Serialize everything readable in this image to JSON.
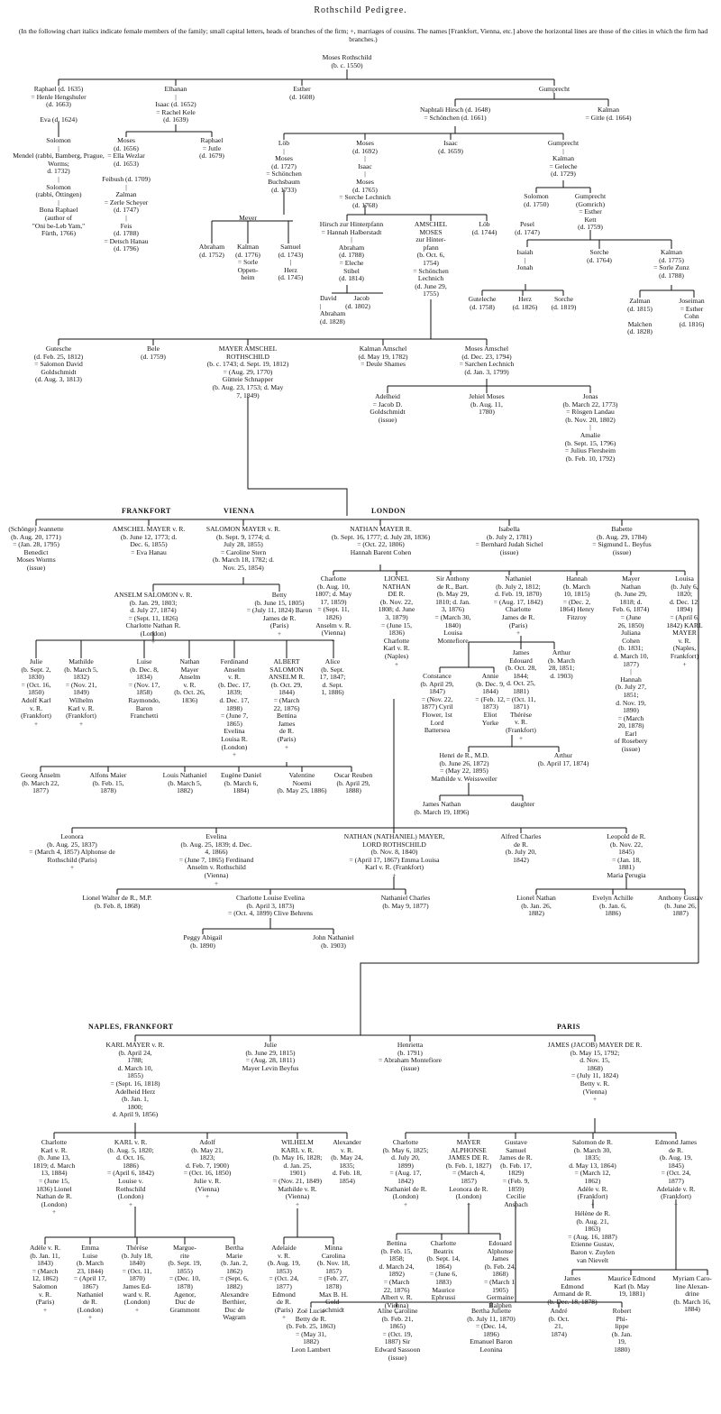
{
  "title": "Rothschild Pedigree.",
  "intro": "(In the following chart italics indicate female members of the family; small capital letters, heads of branches of the firm; +, marriages of cousins. The names [Frankfort, Vienna, etc.] above the horizontal lines are those of the cities in which the firm had branches.)",
  "sections": {
    "frankfort": "FRANKFORT",
    "vienna": "VIENNA",
    "london": "LONDON",
    "naples_frankfort": "NAPLES, FRANKFORT",
    "paris": "PARIS"
  },
  "gen1": {
    "moses": "Moses Rothschild\n(b. c. 1550)",
    "raphael": "Raphael (d. 1635)\n= Henle Hengshuler\n(d. 1663)\n\nEva (d. 1624)",
    "elhanan": "Elhanan\n|\nIsaac (d. 1652)\n= Rachel Kele\n(d. 1639)",
    "esther": "Esther\n(d. 1608)",
    "gumprecht": "Gumprecht"
  },
  "gen2": {
    "solomon_col": "Solomon\n|\nMendel (rabbi, Bamberg, Prague, Worms;\nd. 1732)\n|\nSolomon\n(rabbi, Öttingen)\n|\nBona Raphael\n(author of\n\"Oni be-Leb Yam,\"\nFürth, 1766)",
    "moses1656": "Moses\n(d. 1656)\n= Ella Wezlar\n(d. 1653)\n\nFeibush (d. 1709)\n|\nZalman\n= Zerle Scheyer\n(d. 1747)\n|\nFeis\n(d. 1788)\n= Detsch Hanau\n(d. 1796)",
    "raphael1679": "Raphael\n= Jutle\n(d. 1679)",
    "naphtali": "Naphtali Hirsch (d. 1648)\n= Schönchen (d. 1661)",
    "kalman1664": "Kalman\n= Gitle (d. 1664)",
    "lob": "Löb\n|\nMoses\n(d. 1727)\n= Schönchen\nBuchsbaum\n(d. 1733)",
    "moses1692": "Moses\n(d. 1692)\n|\nIsaac\n|\nMoses\n(d. 1765)\n= Sorche Lechnich\n(d. 1768)",
    "isaac1659": "Isaac\n(d. 1659)",
    "gumprecht2": "Gumprecht\n|\nKalman\n= Geleche\n(d. 1729)",
    "solomon1750": "Solomon\n(d. 1750)",
    "gumprecht_gomrich": "Gumprecht\n(Gomrich)\n= Esther\nKett\n(d. 1759)",
    "meyer": "Meyer",
    "abraham1752": "Abraham\n(d. 1752)",
    "kalman1776": "Kalman\n(d. 1776)\n= Sorle\nOppen-\nheim",
    "samuel1743": "Samuel\n(d. 1743)\n|\nHerz\n(d. 1745)",
    "hirsch": "Hirsch zur Hinterpfann\n= Hannah Halberstadt\n|\nAbraham\n(d. 1788)\n= Eleche\nStibel\n(d. 1814)",
    "david_jacob": "David          Jacob\n|              (d. 1802)\nAbraham\n(d. 1828)",
    "amschel": "AMSCHEL\nMOSES\nzur Hinter-\npfann\n(b. Oct. 6,\n1754)\n= Schönchen\nLechnich\n(d. June 29,\n1755)",
    "lob1744": "Löb\n(d. 1744)",
    "pesel": "Pesel\n(d. 1747)",
    "isaiah": "Isaiah\n|\nJonah",
    "sorche1764": "Sorche\n(d. 1764)",
    "kalman1775": "Kalman\n(d. 1775)\n= Sorle Zunz\n(d. 1788)",
    "guteleche": "Guteleche\n(d. 1758)",
    "herz1826": "Herz\n(d. 1826)",
    "sorche1819": "Sorche\n(d. 1819)",
    "zalman": "Zalman\n(d. 1815)\n\nMalchen\n(d. 1828)",
    "joseiman": "Joseiman\n= Esther\nCohn\n(d. 1816)"
  },
  "gen3": {
    "gutesche": "Gutesche\n(d. Feb. 25, 1812)\n= Salomon David\nGoldschmidt\n(d. Aug. 3, 1813)",
    "bele": "Bele\n(d. 1759)",
    "mayer_amschel": "MAYER AMSCHEL\nROTHSCHILD\n(b. c. 1743; d. Sept. 19, 1812)\n= (Aug. 29, 1770)\nGütteie Schnapper\n(b. Aug. 23, 1753; d. May\n7, 1849)",
    "kalman_amschel": "Kalman Amschel\n(d. May 19, 1782)\n= Deule Shames",
    "moses_amschel": "Moses Amschel\n(d. Dec. 23, 1794)\n= Sarchen Lechnich\n(d. Jan. 3, 1799)",
    "adelheid": "Adelheid\n= Jacob D.\nGoldschmidt\n(issue)",
    "jehiel": "Jehiel Moses\n(b. Aug. 11,\n1780)",
    "jonas": "Jonas\n(b. March 22, 1773)\n= Rösgen Landau\n(b. Nov. 20, 1802)\n|\nAmalie\n(b. Sept. 15, 1796)\n= Julius Flersheim\n(b. Feb. 10, 1792)"
  },
  "gen4": {
    "jeannette": "(Schönge) Jeannette\n(b. Aug. 20, 1771)\n= (Jan. 28, 1795)\nBenedict\nMoses Worms\n(issue)",
    "amschel_mayer": "AMSCHEL MAYER v. R.\n(b. June 12, 1773; d.\nDec. 6, 1855)\n= Eva Hanau",
    "salomon_mayer": "SALOMON MAYER v. R.\n(b. Sept. 9, 1774; d.\nJuly 28, 1855)\n= Caroline Stern\n(b. March 18, 1782; d.\nNov. 25, 1854)",
    "nathan_mayer": "NATHAN MAYER R.\n(b. Sept. 16, 1777; d. July 28, 1836)\n= (Oct. 22, 1806)\nHannah Barent Cohen",
    "isabella": "Isabella\n(b. July 2, 1781)\n= Bernhard Judah Sichel\n(issue)",
    "babette": "Babette\n(b. Aug. 29, 1784)\n= Sigmund L. Beyfus\n(issue)"
  },
  "vienna": {
    "anselm": "ANSELM SALOMON v. R.\n(b. Jan. 29, 1803;\nd. July 27, 1874)\n= (Sept. 11, 1826)\nCharlotte Nathan R.\n(London)\n+",
    "betty": "Betty\n(b. June 15, 1805)\n= (July 11, 1824) Baron\nJames de R.\n(Paris)\n+",
    "julie": "Julie\n(b. Sept. 2,\n1830)\n= (Oct. 16,\n1850)\nAdolf Karl\nv. R.\n(Frankfort)\n+",
    "mathilde": "Mathilde\n(b. March 5,\n1832)\n= (Nov. 21,\n1849)\nWilhelm\nKarl v. R.\n(Frankfort)\n+",
    "luise": "Luise\n(b. Dec. 8,\n1834)\n= (Nov. 17,\n1858)\nRaymondo,\nBaron\nFranchetti",
    "nathan_mayer_anselm": "Nathan\nMayer\nAnselm\nv. R.\n(b. Oct. 26,\n1836)",
    "ferdinand": "Ferdinand\nAnselm\nv. R.\n(b. Dec. 17,\n1839;\nd. Dec. 17,\n1898)\n= (June 7,\n1865)\nEvelina\nLouisa R.\n(London)\n+",
    "albert": "ALBERT\nSALOMON\nANSELM R.\n(b. Oct. 29,\n1844)\n= (March\n22, 1876)\nBettina\nJames\nde R.\n(Paris)\n+",
    "alice": "Alice\n(b. Sept.\n17, 1847;\nd. Sept.\n1, 1886)",
    "georg": "Georg Anselm\n(b. March 22,\n1877)",
    "alfons": "Alfons Maier\n(b. Feb. 15,\n1878)",
    "louis": "Louis Nathaniel\n(b. March 5,\n1882)",
    "eugene": "Eugène Daniel\n(b. March 6,\n1884)",
    "valentine": "Valentine\nNoemi\n(b. May 25, 1886)",
    "oscar": "Oscar Reuben\n(b. April 29,\n1888)"
  },
  "london": {
    "charlotte": "Charlotte\n(b. Aug. 10,\n1807; d. May\n17, 1859)\n= (Sept. 11,\n1826)\nAnselm v. R.\n(Vienna)\n+",
    "lionel": "LIONEL\nNATHAN\nDE R.\n(b. Nov. 22,\n1808; d. June\n3, 1879)\n= (June 15,\n1836)\nCharlotte\nKarl v. R.\n(Naples)\n+",
    "anthony": "Sir Anthony\nde R., Bart.\n(b. May 29,\n1810; d. Jan.\n3, 1876)\n= (March 30,\n1840)\nLouisa\nMontefiore",
    "nathaniel": "Nathaniel\n(b. July 2, 1812;\nd. Feb. 19, 1870)\n= (Aug. 17, 1842)\nCharlotte\nJames de R.\n(Paris)\n+",
    "hannah": "Hannah\n(b. March\n10, 1815)\n= (Dec. 2,\n1864) Henry\nFitzroy",
    "mayer_nathan": "Mayer\nNathan\n(b. June 29,\n1818; d.\nFeb. 6, 1874)\n= (June\n26, 1850)\nJuliana\nCohen\n(b. 1831;\nd. March 10,\n1877)\n|\nHannah\n(b. July 27,\n1851;\nd. Nov. 19,\n1890)\n= (March\n20, 1878)\nEarl\nof Rosebery\n(issue)",
    "louisa": "Louisa\n(b. July 6,\n1820;\nd. Dec. 12,\n1894)\n= (April 6,\n1842) KARL\nMAYER\nv. R.\n(Naples,\nFrankfort)\n+",
    "james_edouard": "James\nEdouard\n(b. Oct. 28,\n1844;\nd. Oct. 25,\n1881)\n= (Oct. 11,\n1871)\nThérèse\nv. R.\n(Frankfort)\n+",
    "arthur1851": "Arthur\n(b. March\n28, 1851;\nd. 1903)",
    "constance": "Constance\n(b. April 29,\n1847)\n= (Nov. 22,\n1877) Cyril\nFlower, 1st\nLord\nBattersea",
    "annie": "Annie\n(b. Dec. 9,\n1844)\n= (Feb. 12,\n1873)\nEliot\nYorke",
    "henri": "Henri de R., M.D.\n(b. June 26, 1872)\n= (May 22, 1895)\nMathilde v. Weissweiler",
    "arthur1874": "Arthur\n(b. April 17, 1874)",
    "james_nathan": "James Nathan\n(b. March 19, 1896)",
    "daughter": "daughter",
    "leonora": "Leonora\n(b. Aug. 25, 1837)\n= (March 4, 1857) Alphonse de\nRothschild (Paris)\n+",
    "evelina": "Evelina\n(b. Aug. 25, 1839; d. Dec.\n4, 1866)\n= (June 7, 1865) Ferdinand\nAnselm v. Rothschild\n(Vienna)\n+",
    "nathan_lord": "NATHAN (NATHANIEL) MAYER,\nLORD ROTHSCHILD\n(b. Nov. 8, 1840)\n= (April 17, 1867) Emma Louisa\nKarl v. R. (Frankfort)\n+",
    "alfred": "Alfred Charles\nde R.\n(b. July 20,\n1842)",
    "leopold": "Leopold de R.\n(b. Nov. 22,\n1845)\n= (Jan. 18,\n1881)\nMaria Perugia",
    "lionel_walter": "Lionel Walter de R., M.P.\n(b. Feb. 8, 1868)",
    "charlotte_louise": "Charlotte Louise Evelina\n(b. April 3, 1873)\n= (Oct. 4, 1899) Clive Behrens",
    "nathaniel_charles": "Nathaniel Charles\n(b. May 9, 1877)",
    "lionel_nathan": "Lionel Nathan\n(b. Jan. 26,\n1882)",
    "evelyn": "Evelyn Achille\n(b. Jan. 6,\n1886)",
    "anthony_gustav": "Anthony Gustav\n(b. June 26,\n1887)",
    "peggy": "Peggy Abigail\n(b. 1890)",
    "john_nathaniel": "John Nathaniel\n(b. 1903)"
  },
  "naples": {
    "karl_mayer": "KARL MAYER v. R.\n(b. April 24,\n1788;\nd. March 10,\n1855)\n= (Sept. 16, 1818)\nAdelheid Herz\n(b. Jan. 1,\n1800;\nd. April 9, 1856)",
    "julie1790": "Julie\n(b. June 29, 1815)\n= (Aug. 28, 1811)\nMayer Levin Beyfus",
    "henrietta": "Henrietta\n(b. 1791)\n= Abraham Montefiore\n(issue)",
    "charlotte_karl": "Charlotte\nKarl v. R.\n(b. June 13,\n1819; d. March\n13, 1884)\n= (June 15,\n1836) Lionel\nNathan de R.\n(London)\n+",
    "karl_v_r": "KARL v. R.\n(b. Aug. 5, 1820;\nd. Oct. 16,\n1886)\n= (April 6, 1842)\nLouise v.\nRothschild\n(London)\n+",
    "adolf": "Adolf\n(b. May 21,\n1823;\nd. Feb. 7, 1900)\n= (Oct. 16, 1850)\nJulie v. R.\n(Vienna)\n+",
    "wilhelm": "WILHELM\nKARL v. R.\n(b. May 16, 1828;\nd. Jan. 25,\n1901)\n= (Nov. 21, 1849)\nMathilde v. R.\n(Vienna)\n+",
    "alexander": "Alexander\nv. R.\n(b. May 24,\n1835;\nd. Feb. 18,\n1854)",
    "adele": "Adèle v. R.\n(b. Jan. 11,\n1843)\n= (March\n12, 1862)\nSalomon\nv. R.\n(Paris)\n+",
    "emma": "Emma\nLuise\n(b. March\n23, 1844)\n= (April 17,\n1867)\nNathaniel\nde R.\n(London)\n+",
    "therese": "Thérèse\n(b. July 18,\n1840)\n= (Oct. 11,\n1870)\nJames Ed-\nward v. R.\n(London)\n+",
    "marguerite": "Margue-\nrite\n(b. Sept. 19,\n1855)\n= (Dec. 10,\n1878)\nAgenor,\nDuc de\nGrammont",
    "bertha": "Bertha\nMarie\n(b. Jan. 2,\n1862)\n= (Sept. 6,\n1882)\nAlexandre\nBerthier,\nDuc de\nWagram",
    "adelaide": "Adelaide\nv. R.\n(b. Aug. 19,\n1853)\n= (Oct. 24,\n1877)\nEdmond\nde R.\n(Paris)\n+",
    "minna": "Minna\nCarolina\n(b. Nov. 18,\n1857)\n= (Feb. 27,\n1878)\nMax B. H.\nGold-\nschmidt"
  },
  "paris": {
    "james": "JAMES (JACOB) MAYER DE R.\n(b. May 15, 1792;\nd. Nov. 15,\n1868)\n= (July 11, 1824)\nBetty v. R.\n(Vienna)\n+",
    "charlotte_paris": "Charlotte\n(b. May 6, 1825;\nd. July 20,\n1899)\n= (Aug. 17,\n1842)\nNathaniel de R.\n(London)\n+",
    "mayer_alphonse": "MAYER\nALPHONSE\nJAMES DE R.\n(b. Feb. 1, 1827)\n= (March 4,\n1857)\nLeonora de R.\n(London)\n+",
    "gustave": "Gustave\nSamuel\nJames de R.\n(b. Feb. 17,\n1829)\n= (Feb. 9,\n1859)\nCecilie\nAnspach",
    "salomon_paris": "Salomon de R.\n(b. March 30,\n1835;\nd. May 13, 1864)\n= (March 12,\n1862)\nAdèle v. R.\n(Frankfort)\n+",
    "edmond": "Edmond James\nde R.\n(b. Aug. 19,\n1845)\n= (Oct. 24,\n1877)\nAdelaide v. R.\n(Frankfort)\n+",
    "helene": "Hélène de R.\n(b. Aug. 21,\n1863)\n= (Aug. 16, 1887)\nEtienne Gustav,\nBaron v. Zuylen\nvan Nievelt",
    "bettina": "Bettina\n(b. Feb. 15,\n1858;\nd. March 24,\n1892)\n= (March\n22, 1876)\nAlbert v. R.\n(Vienna)\n+",
    "charlotte_beatrix": "Charlotte\nBeatrix\n(b. Sept. 14,\n1864)\n= (June 6,\n1883)\nMaurice\nEphrussi",
    "edouard": "Edouard\nAlphonse\nJames\n(b. Feb. 24,\n1868)\n= (March 1,\n1905)\nGermaine\nHalphen",
    "james_edmond": "James\nEdmond\nArmand de R.\n(b. Dec. 18, 1878)",
    "maurice": "Maurice Edmond\nKarl (b. May\n19, 1881)",
    "myriam": "Myriam Caro-\nline Alexan-\ndrine\n(b. March 16,\n1884)",
    "zoe": "Zoë Lucie\nBetty de R.\n(b. Feb. 25, 1863)\n= (May 31,\n1882)\nLeon Lambert",
    "aline": "Aline Caroline\n(b. Feb. 21,\n1865)\n= (Oct. 19,\n1887) Sir\nEdward Sassoon\n(issue)",
    "bertha_juliette": "Bertha Juliette\n(b. July 11, 1870)\n= (Dec. 14,\n1896)\nEmanuel Baron\nLeonina",
    "andre": "André\n(b. Oct.\n21,\n1874)",
    "robert": "Robert\nPhi-\nlippe\n(b. Jan.\n19,\n1880)"
  }
}
